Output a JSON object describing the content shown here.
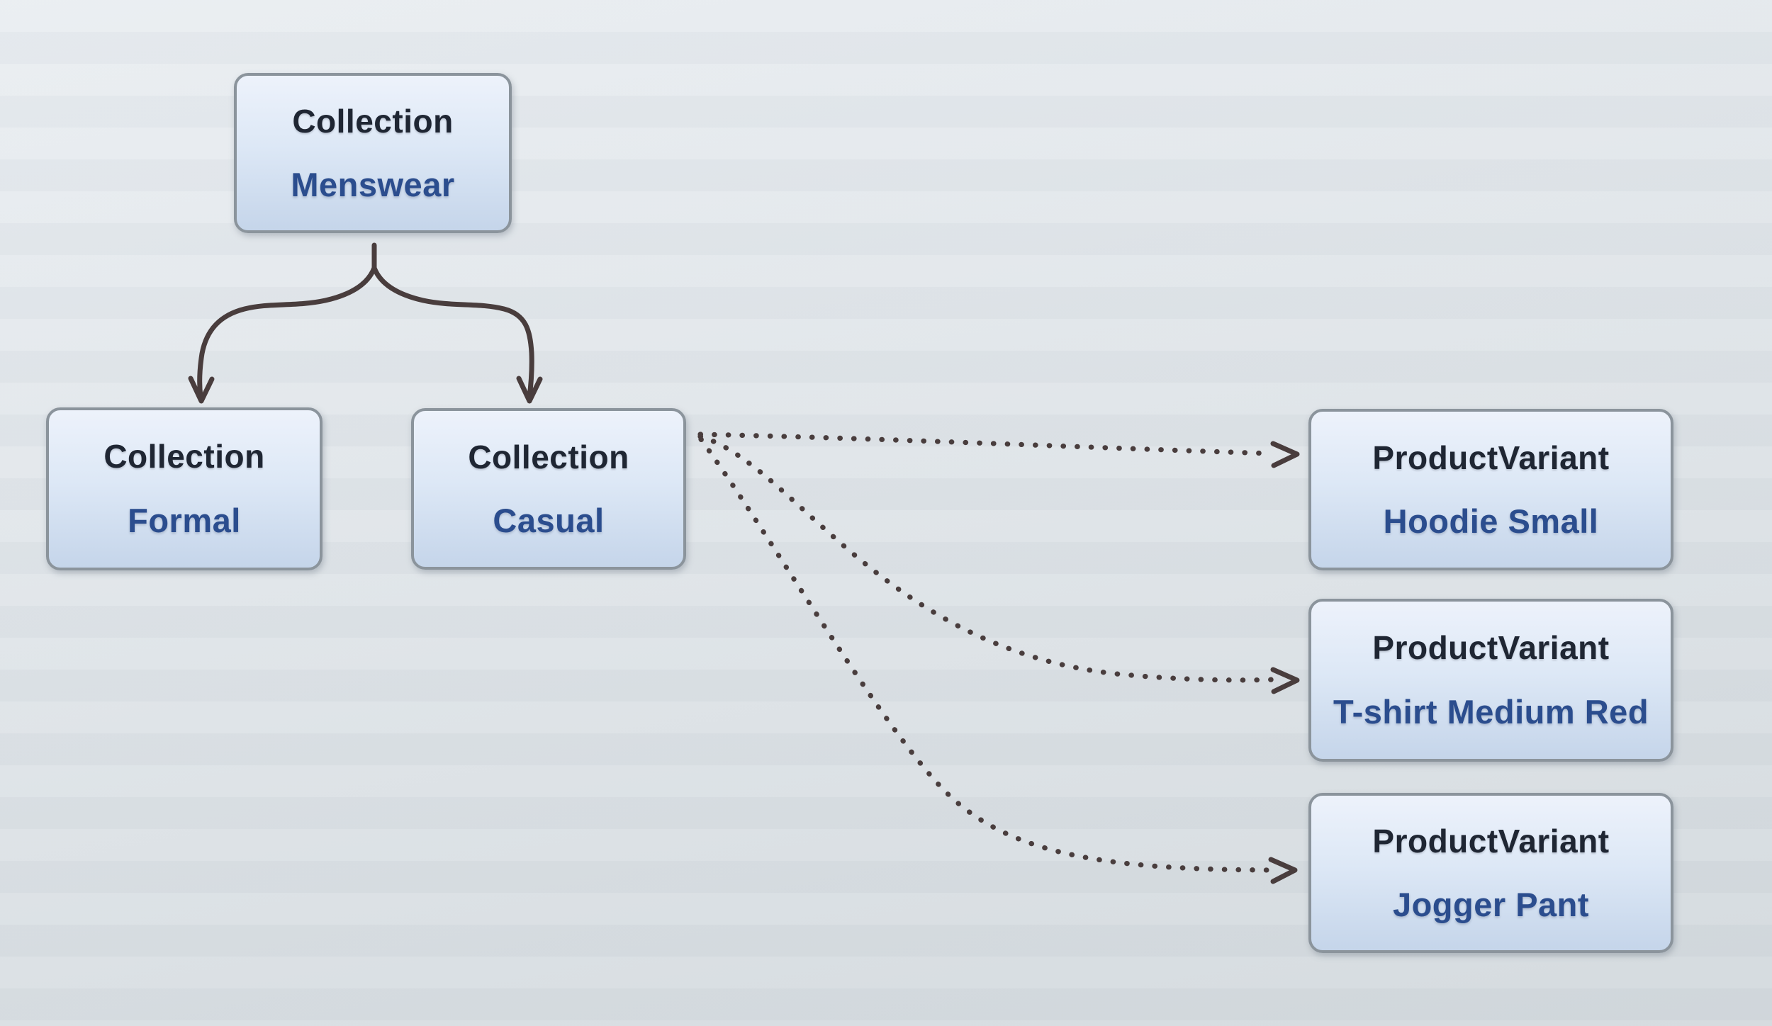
{
  "diagram": {
    "nodes": [
      {
        "id": "menswear",
        "type": "Collection",
        "name": "Menswear"
      },
      {
        "id": "formal",
        "type": "Collection",
        "name": "Formal"
      },
      {
        "id": "casual",
        "type": "Collection",
        "name": "Casual"
      },
      {
        "id": "hoodie",
        "type": "ProductVariant",
        "name": "Hoodie Small"
      },
      {
        "id": "tshirt",
        "type": "ProductVariant",
        "name": "T-shirt Medium Red"
      },
      {
        "id": "jogger",
        "type": "ProductVariant",
        "name": "Jogger Pant"
      }
    ],
    "edges": [
      {
        "from": "Menswear",
        "to": "Formal",
        "style": "solid-arrow"
      },
      {
        "from": "Menswear",
        "to": "Casual",
        "style": "solid-arrow"
      },
      {
        "from": "Casual",
        "to": "Hoodie Small",
        "style": "dotted-arrow"
      },
      {
        "from": "Casual",
        "to": "T-shirt Medium Red",
        "style": "dotted-arrow"
      },
      {
        "from": "Casual",
        "to": "Jogger Pant",
        "style": "dotted-arrow"
      }
    ],
    "colors": {
      "arrow": "#493d3d",
      "node_border": "#8b949c",
      "node_fill_top": "#edf2fb",
      "node_fill_bottom": "#c5d5ea",
      "node_type_text": "#1f2633",
      "node_name_text": "#2b4d8e",
      "bg_top": "#eaeef2",
      "bg_bottom": "#d4dade"
    }
  }
}
